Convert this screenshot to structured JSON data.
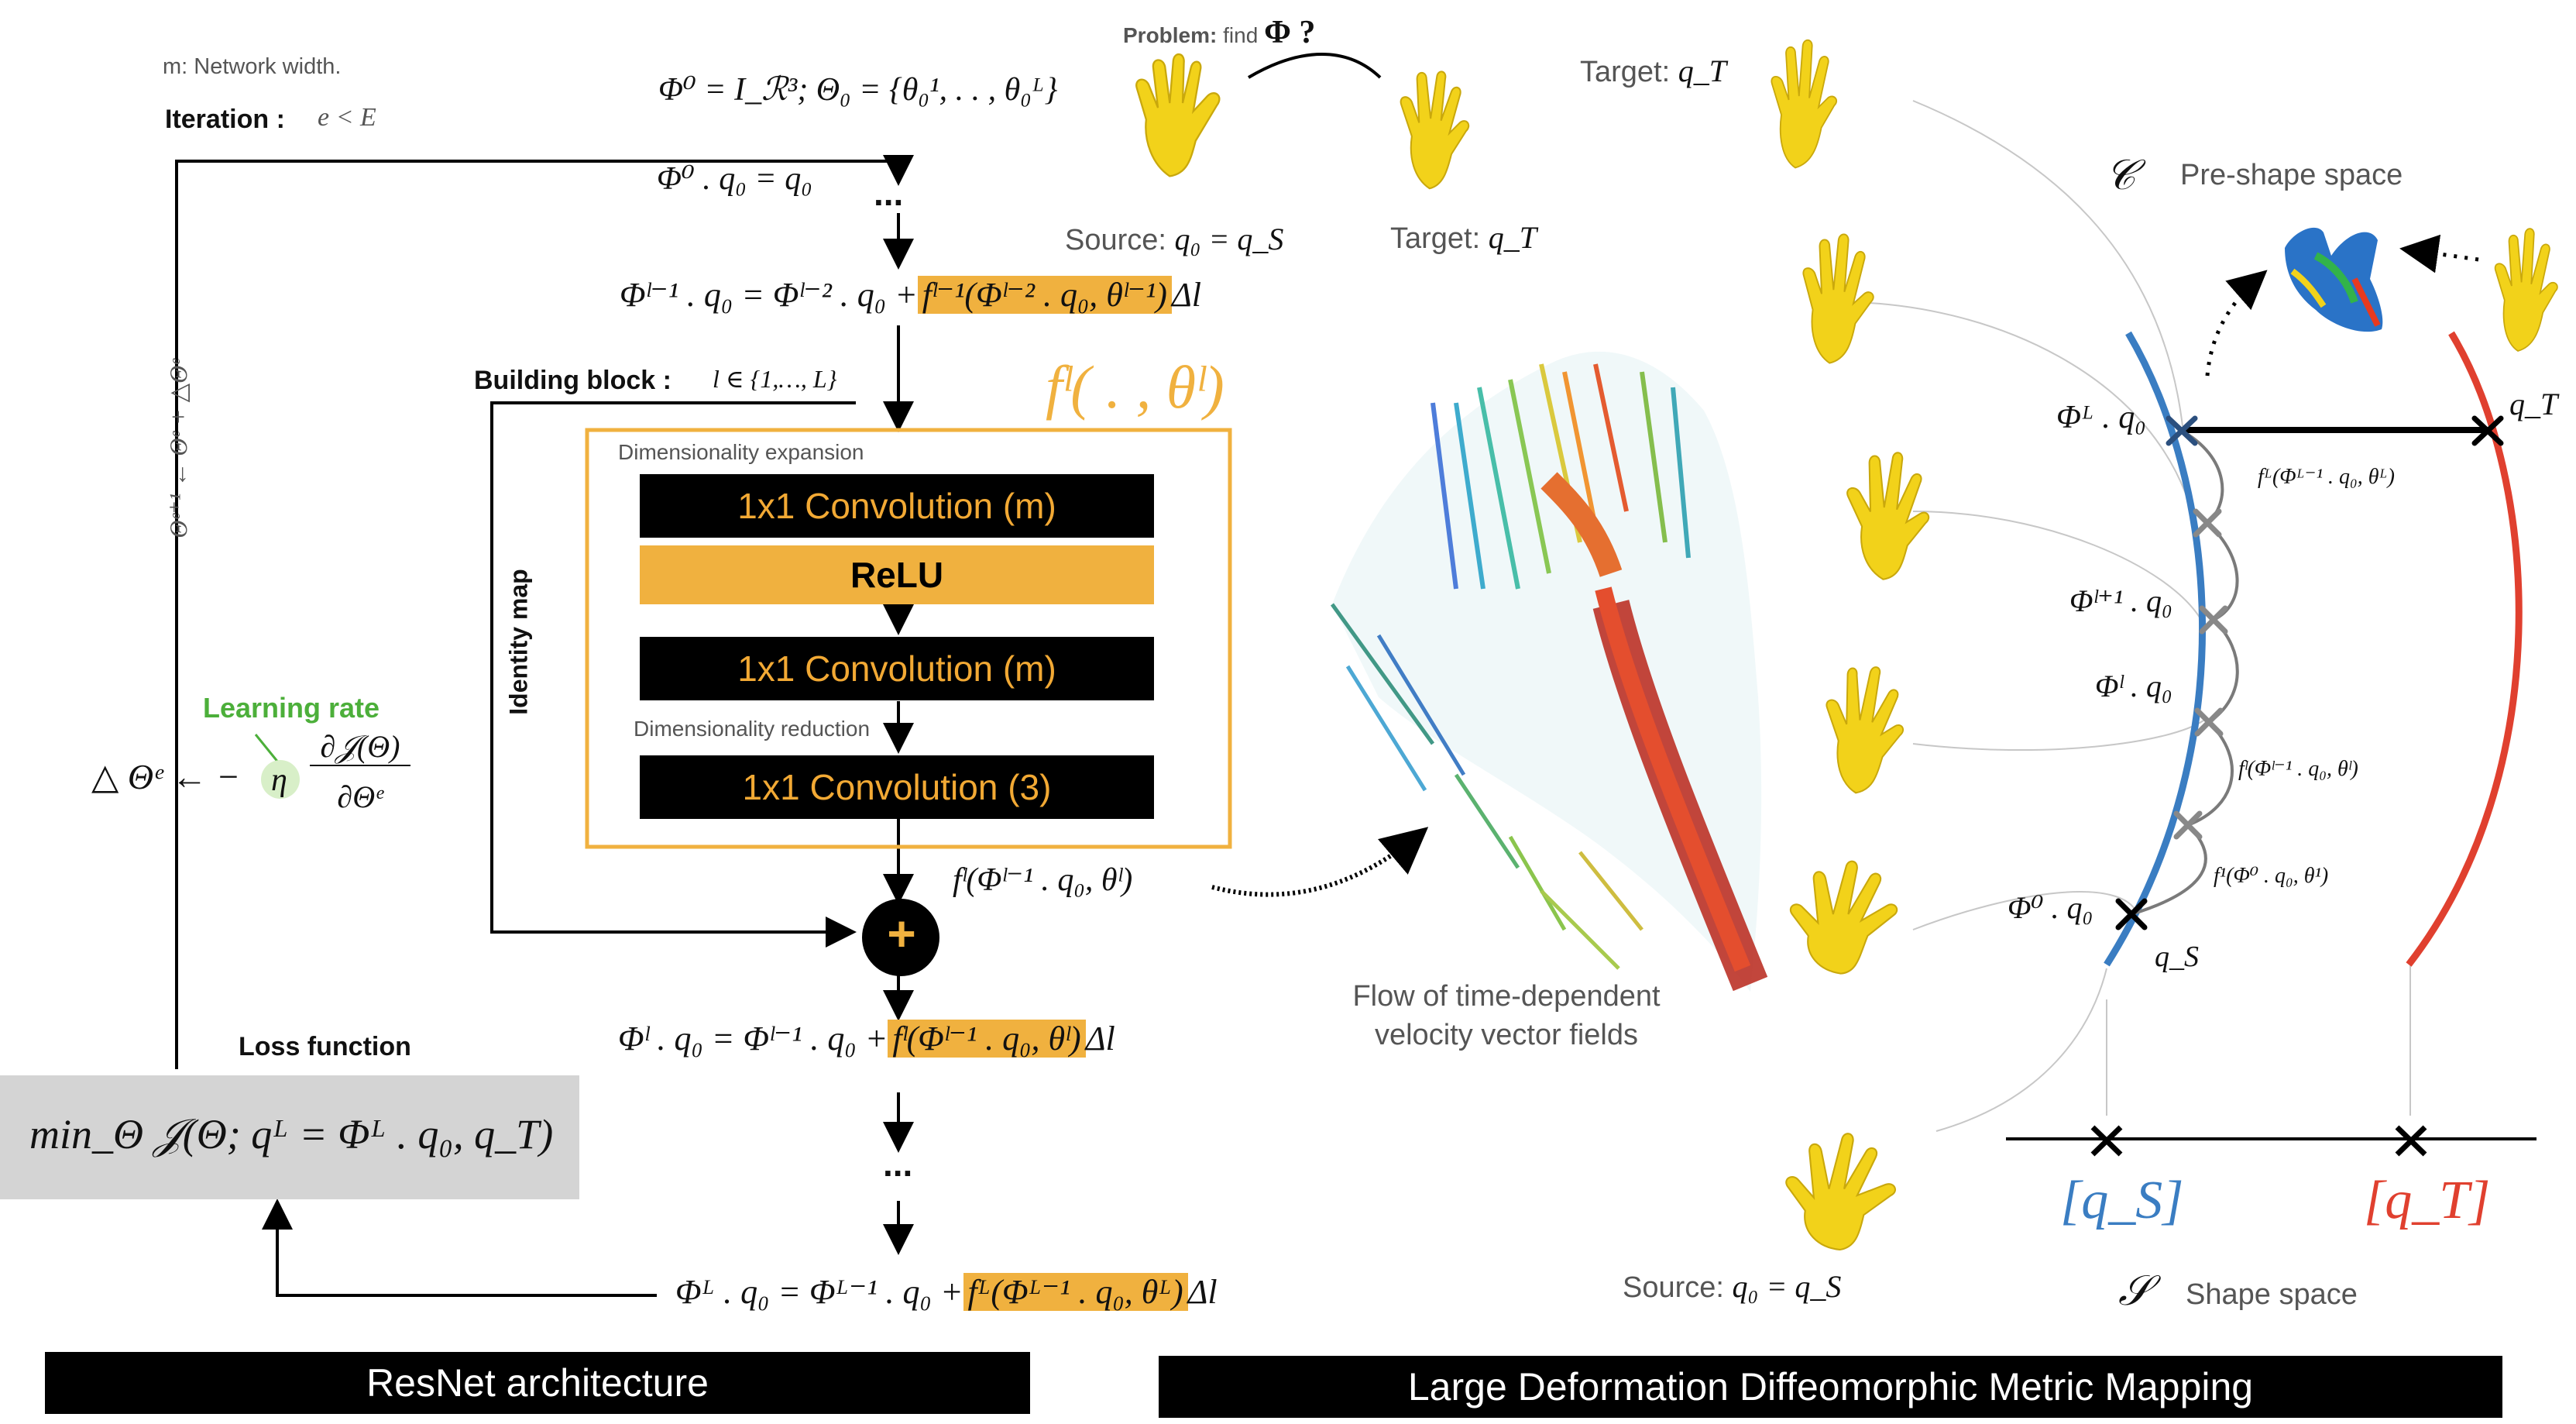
{
  "left": {
    "network_width": "m: Network width.",
    "iteration_label": "Iteration :",
    "iteration_cond": "e < E",
    "phi0_def": "Φ⁰ = I_ℛ³; Θ₀ = {θ₀¹, . . , θ₀ᴸ}",
    "phi0_q": "Φ⁰ . q₀ = q₀",
    "dots1": "...",
    "phi_l_minus1_eq": "Φˡ⁻¹ . q₀ = Φˡ⁻² . q₀ +",
    "phi_l_minus1_hl": "fˡ⁻¹(Φˡ⁻² . q₀, θˡ⁻¹)",
    "phi_l_minus1_tail": "Δl",
    "building_block_label": "Building block :",
    "building_block_cond": "l ∈ {1,…, L}",
    "f_block": "fˡ( . , θˡ)",
    "dim_expansion": "Dimensionality expansion",
    "conv1": "1x1 Convolution (m)",
    "relu": "ReLU",
    "conv2": "1x1 Convolution (m)",
    "dim_reduction": "Dimensionality reduction",
    "conv3": "1x1 Convolution (3)",
    "identity_map": "Identity map",
    "f_out": "fˡ(Φˡ⁻¹ . q₀, θˡ)",
    "plus": "+",
    "phi_l_eq": "Φˡ . q₀ = Φˡ⁻¹ . q₀ +",
    "phi_l_hl": "fˡ(Φˡ⁻¹ . q₀, θˡ)",
    "phi_l_tail": "Δl",
    "dots2": "...",
    "phi_L_eq": "Φᴸ . q₀ = Φᴸ⁻¹ . q₀ +",
    "phi_L_hl": "fᴸ(Φᴸ⁻¹ . q₀, θᴸ)",
    "phi_L_tail": "Δl",
    "update_rule": "Θᵉ⁺¹ ← Θᵉ + △Θᵉ",
    "learning_rate": "Learning rate",
    "delta_theta": "△ Θᵉ ← −",
    "eta": "η",
    "grad_num": "∂𝒥(Θ)",
    "grad_den": "∂Θᵉ",
    "loss_label": "Loss function",
    "loss_expr": "min_Θ 𝒥(Θ; qᴸ = Φᴸ . q₀, q_T)",
    "footer": "ResNet architecture"
  },
  "middle": {
    "problem_label": "Problem:",
    "problem_find": "find",
    "problem_phi": "Φ ?",
    "source_label": "Source:",
    "source_eq": "q₀ = q_S",
    "target_label": "Target:",
    "target_eq": "q_T",
    "flow_caption_1": "Flow of time-dependent",
    "flow_caption_2": "velocity vector fields"
  },
  "right": {
    "target_label": "Target:",
    "target_eq": "q_T",
    "preshape_symbol": "𝒞",
    "preshape_label": "Pre-shape space",
    "phiL_q0": "Φᴸ . q₀",
    "qT_point": "q_T",
    "f_L_small": "fᴸ(Φᴸ⁻¹ . q₀, θᴸ)",
    "phi_l1_q0": "Φˡ⁺¹ . q₀",
    "phi_l_q0": "Φˡ . q₀",
    "f_l_small": "fˡ(Φˡ⁻¹ . q₀, θˡ)",
    "f_1_small": "f¹(Φ⁰ . q₀, θ¹)",
    "phi0_q0": "Φ⁰ . q₀",
    "qS_point": "q_S",
    "qS_class": "[q_S]",
    "qT_class": "[q_T]",
    "shape_symbol": "𝒮",
    "shape_label": "Shape space",
    "source_label": "Source:",
    "source_eq": "q₀ = q_S",
    "footer": "Large Deformation Diffeomorphic Metric Mapping"
  },
  "colors": {
    "orange": "#f0b13f",
    "orange_text": "#f2a934",
    "blue": "#3a7dc2",
    "red": "#e0402f",
    "green": "#4caf3a",
    "hand_yellow": "#f2d21a",
    "loss_box": "#d4d4d4"
  }
}
